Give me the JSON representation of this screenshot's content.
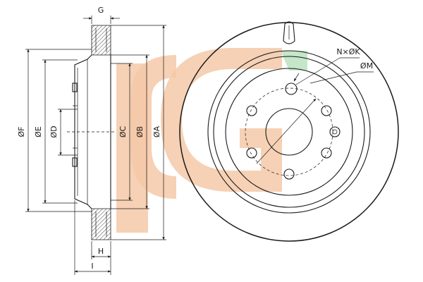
{
  "labels": {
    "g": "G",
    "f": "ØF",
    "e": "ØE",
    "d": "ØD",
    "c": "ØC",
    "b": "ØB",
    "a": "ØA",
    "h": "H",
    "i": "I",
    "nk": "N×ØK",
    "m": "ØM"
  },
  "colors": {
    "watermark_orange": "#f5c9a8",
    "watermark_green": "#bfe3c2",
    "line": "#1a1a1a"
  }
}
